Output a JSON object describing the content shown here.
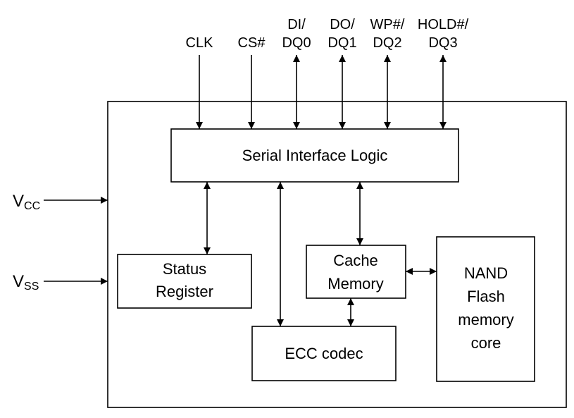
{
  "signals": {
    "clk": "CLK",
    "cs": "CS#",
    "di": {
      "line1": "DI/",
      "line2": "DQ0"
    },
    "do": {
      "line1": "DO/",
      "line2": "DQ1"
    },
    "wp": {
      "line1": "WP#/",
      "line2": "DQ2"
    },
    "hold": {
      "line1": "HOLD#/",
      "line2": "DQ3"
    }
  },
  "power": {
    "vcc": {
      "main": "V",
      "sub": "CC"
    },
    "vss": {
      "main": "V",
      "sub": "SS"
    }
  },
  "blocks": {
    "serial_interface": "Serial Interface Logic",
    "status_register": {
      "line1": "Status",
      "line2": "Register"
    },
    "cache_memory": {
      "line1": "Cache",
      "line2": "Memory"
    },
    "ecc_codec": "ECC codec",
    "nand_core": {
      "line1": "NAND",
      "line2": "Flash",
      "line3": "memory",
      "line4": "core"
    }
  }
}
